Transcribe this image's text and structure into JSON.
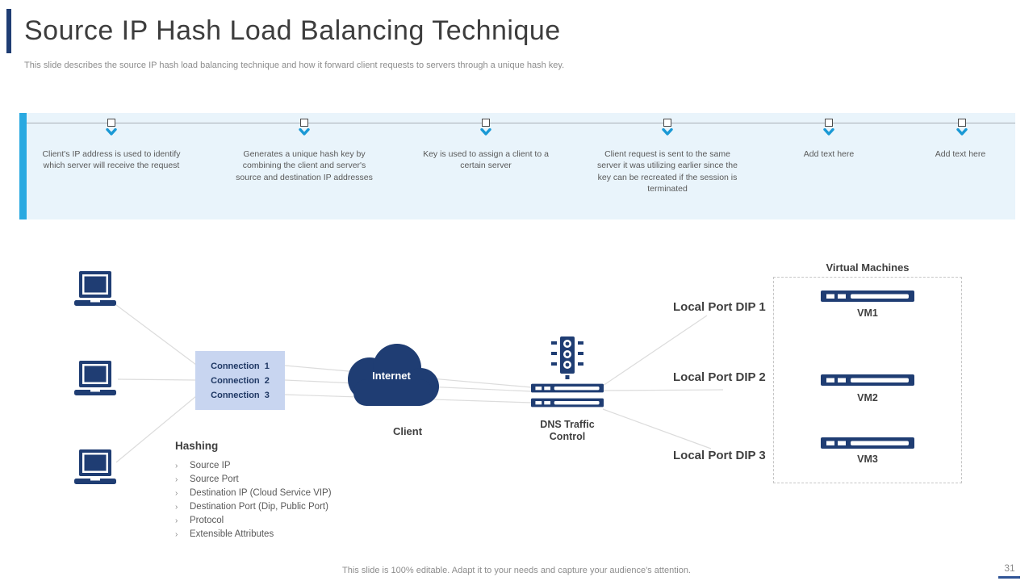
{
  "slide": {
    "title": "Source IP Hash Load Balancing Technique",
    "subtitle": "This slide describes the source IP hash load balancing technique and how it forward client requests to servers through a unique hash key.",
    "footer": "This slide is 100% editable. Adapt it to your needs and capture your audience's attention.",
    "page_number": "31"
  },
  "timeline": {
    "steps": [
      {
        "text": "Client's IP address is used to identify which server will receive the request"
      },
      {
        "text": "Generates a unique hash key by combining the client and server's source and destination IP addresses"
      },
      {
        "text": "Key is used to assign a client to  a certain server"
      },
      {
        "text": "Client request is sent to the same server it was utilizing earlier since the key can be recreated if the session is terminated"
      },
      {
        "text": "Add text here"
      },
      {
        "text": "Add text here"
      }
    ]
  },
  "diagram": {
    "connections": [
      "Connection 1",
      "Connection 2",
      "Connection 3"
    ],
    "cloud_label": "Internet",
    "client_label": "Client",
    "dns_label_line1": "DNS  Traffic",
    "dns_label_line2": "Control",
    "local_ports": [
      "Local Port DIP 1",
      "Local Port DIP 2",
      "Local Port DIP 3"
    ],
    "vm_group_label": "Virtual Machines",
    "vms": [
      "VM1",
      "VM2",
      "VM3"
    ],
    "hashing": {
      "title": "Hashing",
      "items": [
        "Source IP",
        "Source Port",
        "Destination IP (Cloud Service VIP)",
        "Destination Port (Dip, Public Port)",
        "Protocol",
        "Extensible Attributes"
      ]
    }
  },
  "icons": {
    "laptop": "laptop-icon",
    "cloud": "cloud-icon",
    "traffic_light": "traffic-light-icon",
    "server": "server-icon",
    "chevron_down": "chevron-down-icon",
    "square_marker": "square-marker-icon"
  },
  "colors": {
    "navy": "#1F3D73",
    "accent_blue": "#29A9E1",
    "chevron_blue": "#1A99D5",
    "band_bg": "#E9F4FB",
    "connection_box_bg": "#C8D5F0",
    "page_underline": "#2F5496"
  }
}
